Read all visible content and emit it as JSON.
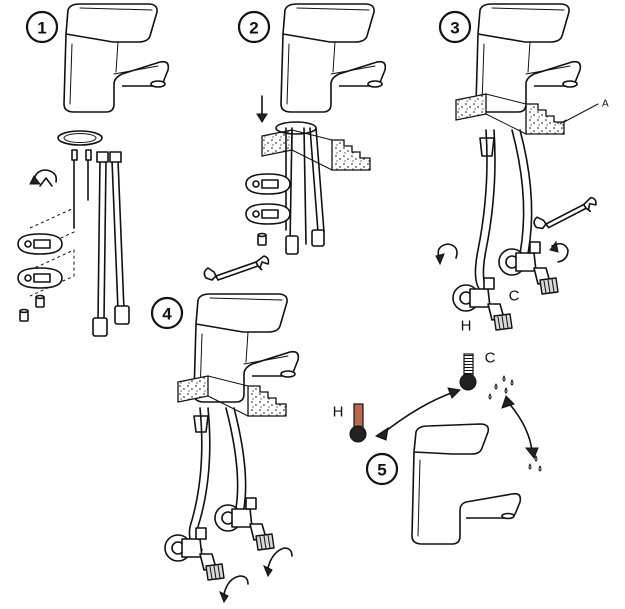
{
  "steps": [
    {
      "number": "1"
    },
    {
      "number": "2"
    },
    {
      "number": "3"
    },
    {
      "number": "4"
    },
    {
      "number": "5"
    }
  ],
  "labels": {
    "a": "A",
    "c_step3": "C",
    "h_step3": "H",
    "c_step5": "C",
    "h_step5": "H"
  }
}
